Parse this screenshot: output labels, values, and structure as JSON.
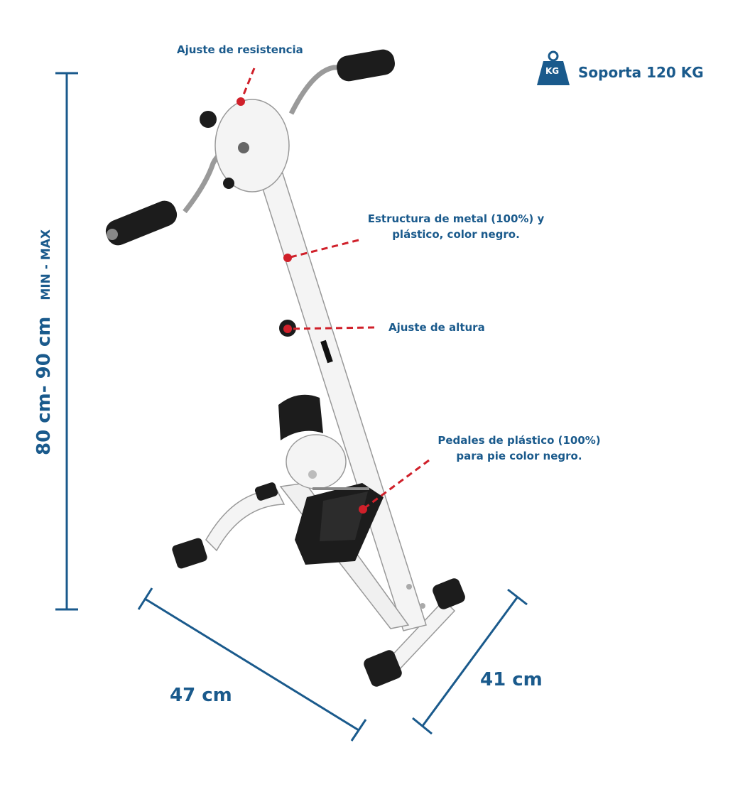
{
  "capacity": {
    "text": "Soporta 120 KG",
    "icon_text": "KG",
    "icon": "weight-icon"
  },
  "callouts": {
    "resistance": "Ajuste de resistencia",
    "structure_line1": "Estructura de metal (100%) y",
    "structure_line2": "plástico, color negro.",
    "height": "Ajuste de altura",
    "pedals_line1": "Pedales de plástico (100%)",
    "pedals_line2": "para pie color negro."
  },
  "dimensions": {
    "height": "80 cm- 90 cm",
    "height_note": "MIN - MAX",
    "width": "47 cm",
    "depth": "41 cm"
  },
  "colors": {
    "accent": "#1a5a8c",
    "marker": "#d0202a",
    "frame": "#f4f4f4",
    "rubber": "#1c1c1c"
  }
}
